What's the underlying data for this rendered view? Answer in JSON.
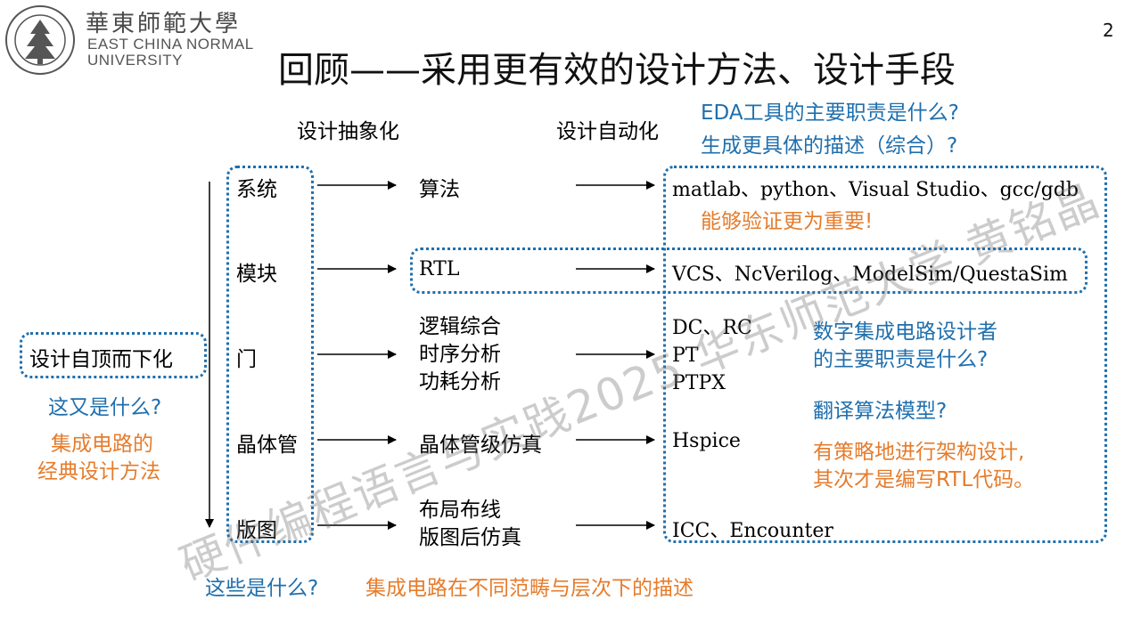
{
  "header": {
    "logo_cn": "華東師範大學",
    "logo_en_line1": "EAST CHINA NORMAL",
    "logo_en_line2": "UNIVERSITY",
    "title": "回顾——采用更有效的设计方法、设计手段",
    "page_number": "2"
  },
  "columns": {
    "abstraction": "设计抽象化",
    "automation": "设计自动化"
  },
  "questions": {
    "eda_role": "EDA工具的主要职责是什么?",
    "eda_answer": "生成更具体的描述（综合）?",
    "verification": "能够验证更为重要!",
    "designer_role_line1": "数字集成电路设计者",
    "designer_role_line2": "的主要职责是什么?",
    "translate": "翻译算法模型?",
    "strategy_line1": "有策略地进行架构设计,",
    "strategy_line2": "其次才是编写RTL代码。",
    "what_is_this": "这又是什么?",
    "classic_line1": "集成电路的",
    "classic_line2": "经典设计方法",
    "what_are_these": "这些是什么?",
    "description": "集成电路在不同范畴与层次下的描述"
  },
  "topdown": "设计自顶而下化",
  "levels": [
    {
      "name": "系统",
      "design": [
        "算法"
      ],
      "tools": [
        "matlab、python、Visual Studio、gcc/gdb"
      ]
    },
    {
      "name": "模块",
      "design": [
        "RTL"
      ],
      "tools": [
        "VCS、NcVerilog、ModelSim/QuestaSim"
      ]
    },
    {
      "name": "门",
      "design": [
        "逻辑综合",
        "时序分析",
        "功耗分析"
      ],
      "tools": [
        "DC、RC",
        "PT",
        "PTPX"
      ]
    },
    {
      "name": "晶体管",
      "design": [
        "晶体管级仿真"
      ],
      "tools": [
        "Hspice"
      ]
    },
    {
      "name": "版图",
      "design": [
        "布局布线",
        "版图后仿真"
      ],
      "tools": [
        "ICC、Encounter"
      ]
    }
  ],
  "watermark": "硬件编程语言与实践2025 华东师范大学 黄铭晶",
  "colors": {
    "accent_blue": "#1f6fad",
    "accent_orange": "#e57c2c"
  }
}
